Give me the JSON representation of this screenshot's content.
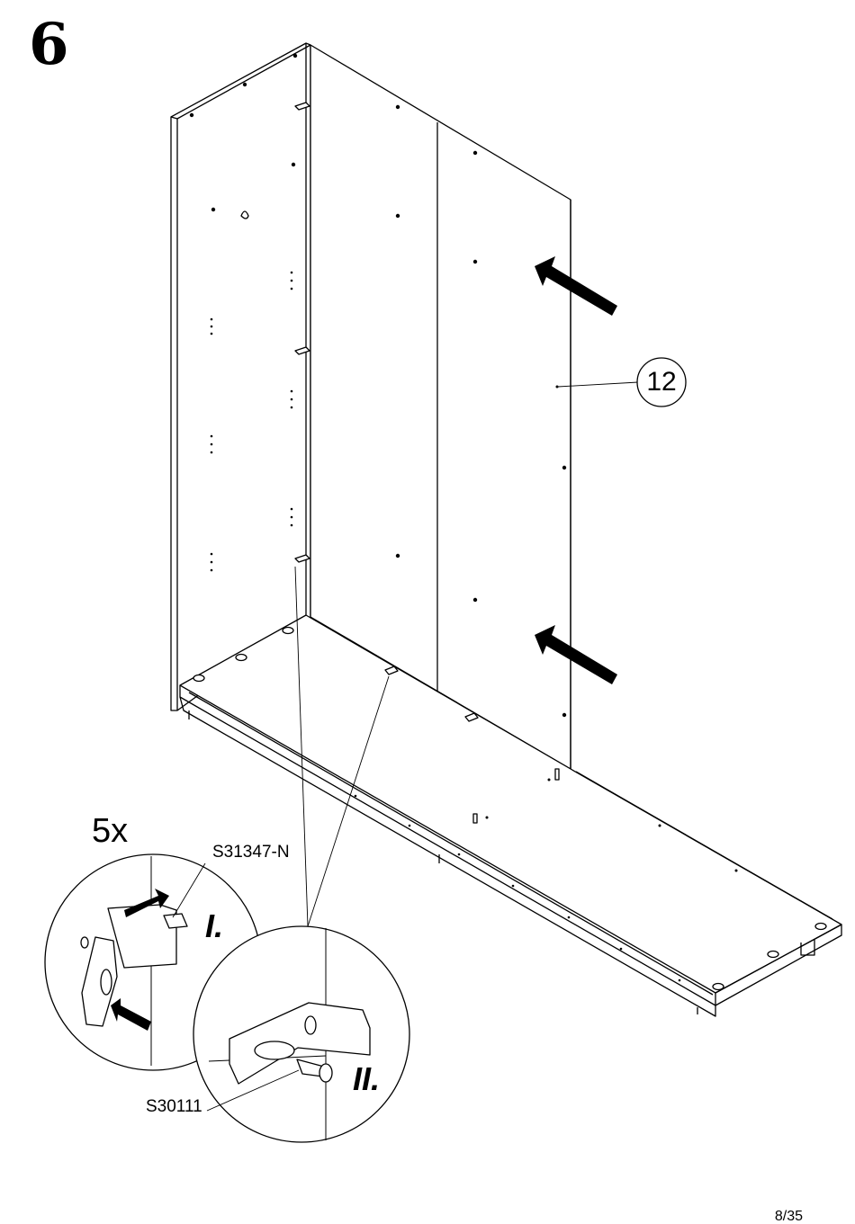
{
  "step": {
    "number": "6"
  },
  "callout": {
    "part_number": "12"
  },
  "detail": {
    "count": "5x",
    "part_a": "S31347-N",
    "part_b": "S30111",
    "stage_1": "I.",
    "stage_2": "II."
  },
  "footer": {
    "page": "8/35"
  }
}
